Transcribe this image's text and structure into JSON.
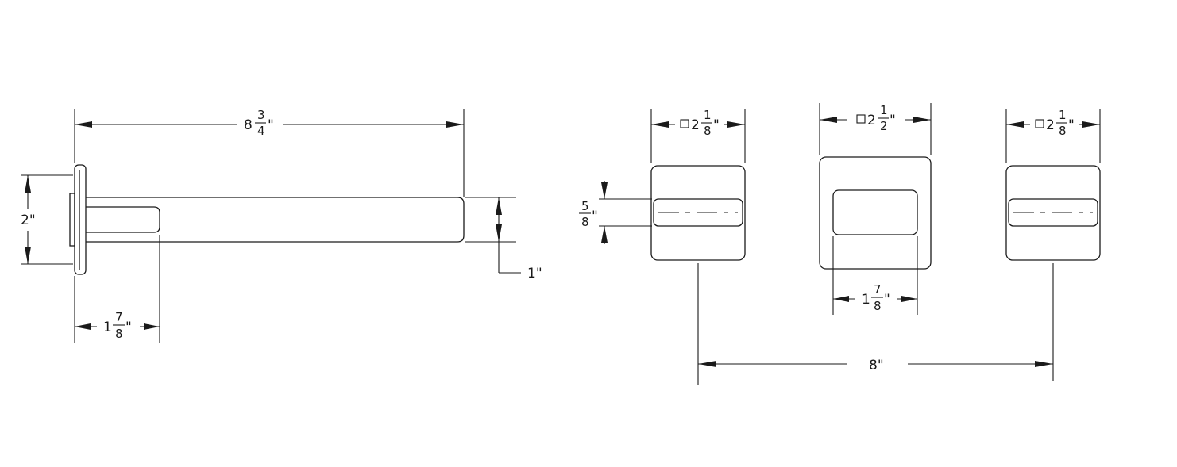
{
  "dimensions": {
    "spout_length": {
      "whole": "8",
      "num": "3",
      "den": "4",
      "unit": "\""
    },
    "flange_height": {
      "text": "2\""
    },
    "spout_height": {
      "text": "1\""
    },
    "spout_neck": {
      "whole": "1",
      "num": "7",
      "den": "8",
      "unit": "\""
    },
    "handle_left_width": {
      "symbol": "square",
      "whole": "2",
      "num": "1",
      "den": "8",
      "unit": "\""
    },
    "plate_width": {
      "symbol": "square",
      "whole": "2",
      "num": "1",
      "den": "2",
      "unit": "\""
    },
    "handle_right_width": {
      "symbol": "square",
      "whole": "2",
      "num": "1",
      "den": "8",
      "unit": "\""
    },
    "lever_height": {
      "num": "5",
      "den": "8",
      "unit": "\""
    },
    "opening_width": {
      "whole": "1",
      "num": "7",
      "den": "8",
      "unit": "\""
    },
    "handle_spread": {
      "text": "8\""
    }
  }
}
